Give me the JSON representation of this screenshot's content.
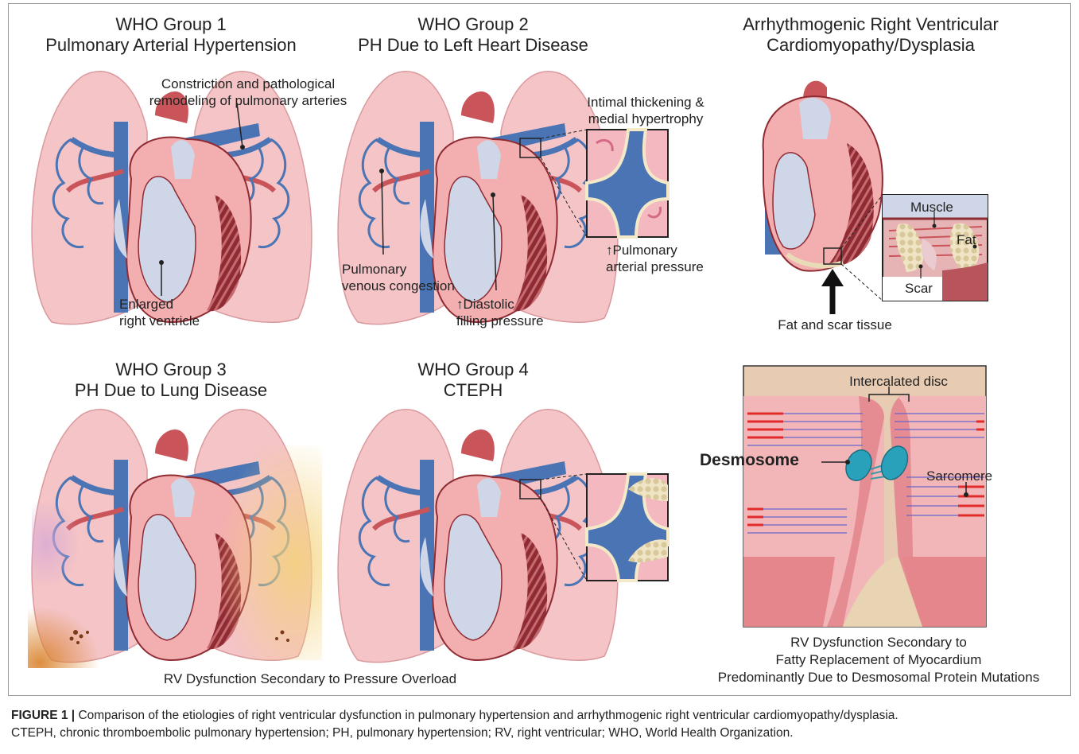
{
  "titles": {
    "group1_line1": "WHO Group 1",
    "group1_line2": "Pulmonary Arterial Hypertension",
    "group2_line1": "WHO Group 2",
    "group2_line2": "PH Due to Left Heart Disease",
    "arvc_line1": "Arrhythmogenic Right Ventricular",
    "arvc_line2": "Cardiomyopathy/Dysplasia",
    "group3_line1": "WHO Group 3",
    "group3_line2": "PH Due to Lung Disease",
    "group4_line1": "WHO Group 4",
    "group4_line2": "CTEPH"
  },
  "annotations": {
    "constriction_1": "Constriction and pathological",
    "constriction_2": "remodeling of pulmonary arteries",
    "enlarged_rv_1": "Enlarged",
    "enlarged_rv_2": "right ventricle",
    "intimal_1": "Intimal thickening &",
    "intimal_2": "medial hypertrophy",
    "pulm_pressure_1": "↑Pulmonary",
    "pulm_pressure_2": "arterial pressure",
    "venous_1": "Pulmonary",
    "venous_2": "venous congestion",
    "diastolic_1": "↑Diastolic",
    "diastolic_2": "filling pressure",
    "muscle": "Muscle",
    "fat": "Fat",
    "scar": "Scar",
    "fat_scar_tissue": "Fat and scar tissue",
    "intercalated_disc": "Intercalated disc",
    "desmosome": "Desmosome",
    "sarcomere": "Sarcomere"
  },
  "summaries": {
    "pressure_overload": "RV Dysfunction Secondary to Pressure Overload",
    "arvc_1": "RV Dysfunction Secondary to",
    "arvc_2": "Fatty Replacement of Myocardium",
    "arvc_3": "Predominantly Due to Desmosomal Protein Mutations"
  },
  "caption": {
    "label": "FIGURE 1 |",
    "line1": " Comparison of the etiologies of right ventricular dysfunction in pulmonary hypertension and arrhythmogenic right ventricular cardiomyopathy/dysplasia.",
    "line2": "CTEPH, chronic thromboembolic pulmonary hypertension; PH, pulmonary hypertension; RV, right ventricular; WHO, World Health Organization."
  },
  "colors": {
    "lung": "#f4c4c6",
    "vein": "#4a74b4",
    "artery": "#c9555a",
    "heart": "#f3aeb0",
    "ventricle": "#cfd6e8",
    "muscle_dark": "#8e2b33",
    "fat": "#e8dcb8"
  }
}
